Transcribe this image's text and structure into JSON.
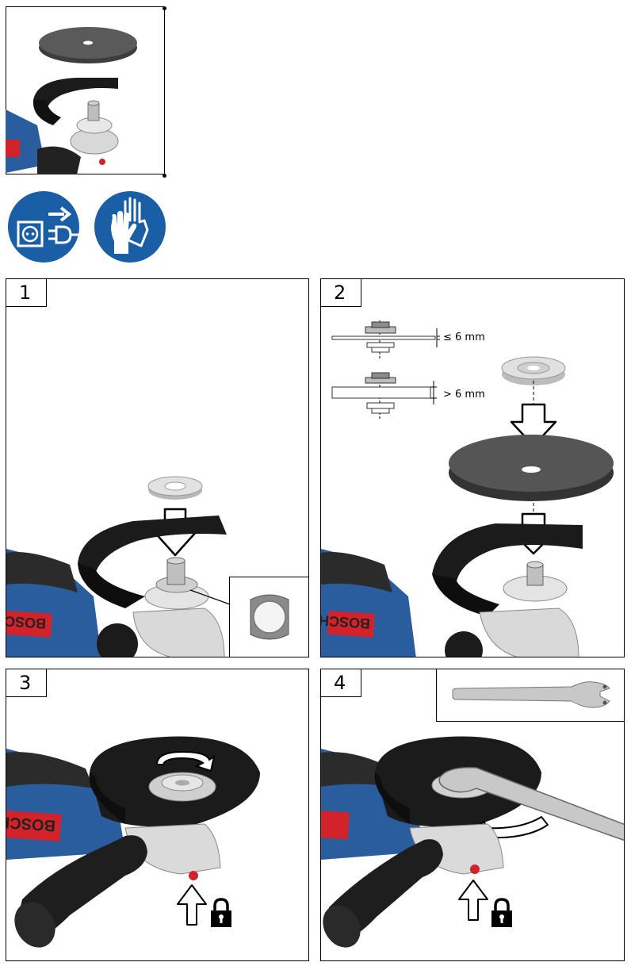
{
  "steps": [
    {
      "number": "1"
    },
    {
      "number": "2"
    },
    {
      "number": "3"
    },
    {
      "number": "4"
    }
  ],
  "thickness_notes": {
    "thin": "≤ 6 mm",
    "thick": "> 6 mm"
  },
  "tool_brand": "BOSCH",
  "icons": {
    "unplug": "unplug-power-icon",
    "gloves": "wear-gloves-icon",
    "lock": "padlock-icon",
    "rotate": "rotate-arrow-icon"
  },
  "colors": {
    "sign_blue": "#1a5ea6",
    "tool_blue": "#2a5d9e",
    "tool_red": "#d2232a",
    "disc_gray": "#4a4a4a",
    "guard_black": "#1b1b1b"
  }
}
